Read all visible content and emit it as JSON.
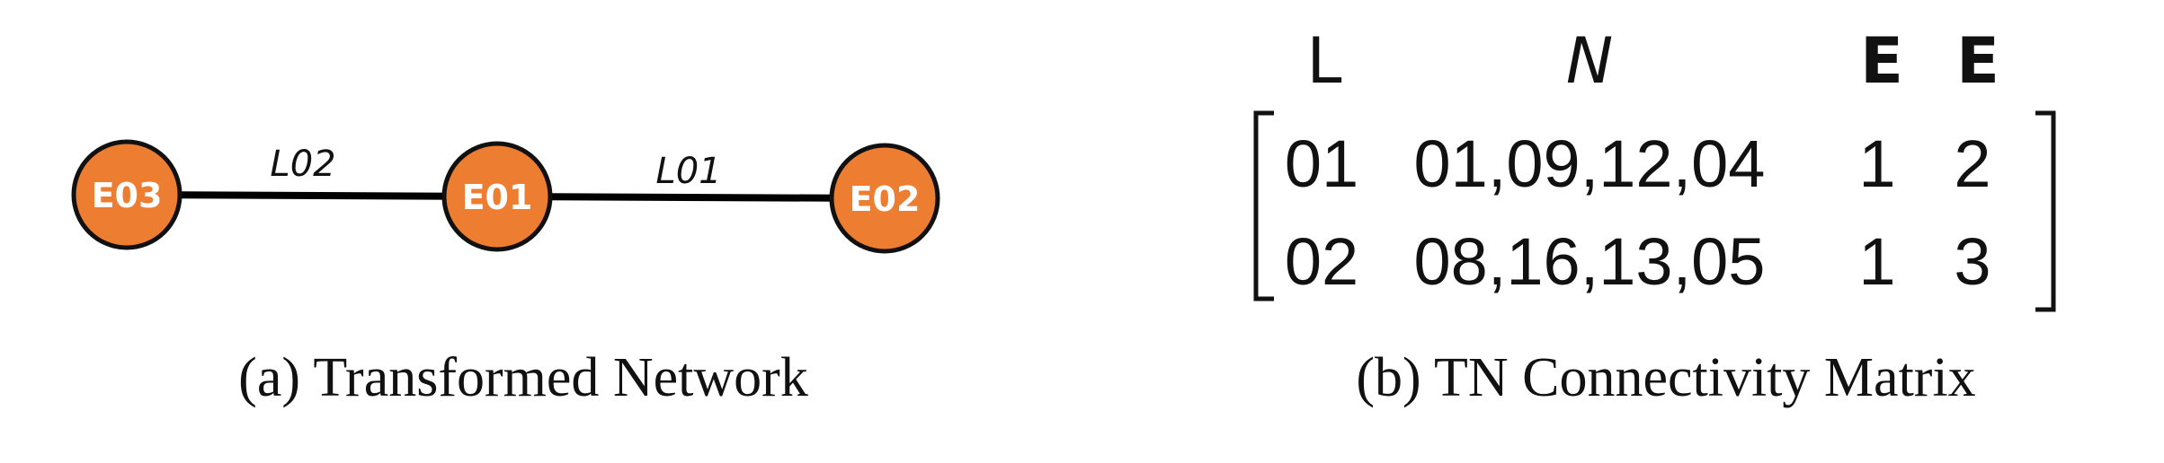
{
  "network": {
    "nodes": [
      {
        "id": "E03",
        "label": "E03"
      },
      {
        "id": "E01",
        "label": "E01"
      },
      {
        "id": "E02",
        "label": "E02"
      }
    ],
    "edges": [
      {
        "label": "L02",
        "from": "E03",
        "to": "E01"
      },
      {
        "label": "L01",
        "from": "E01",
        "to": "E02"
      }
    ],
    "node_color": "#ED7D31",
    "caption": "(a) Transformed Network"
  },
  "matrix": {
    "headers": [
      "L",
      "N",
      "E",
      "E"
    ],
    "rows": [
      [
        "01",
        "01,09,12,04",
        "1",
        "2"
      ],
      [
        "02",
        "08,16,13,05",
        "1",
        "3"
      ]
    ],
    "caption": "(b) TN Connectivity Matrix"
  }
}
